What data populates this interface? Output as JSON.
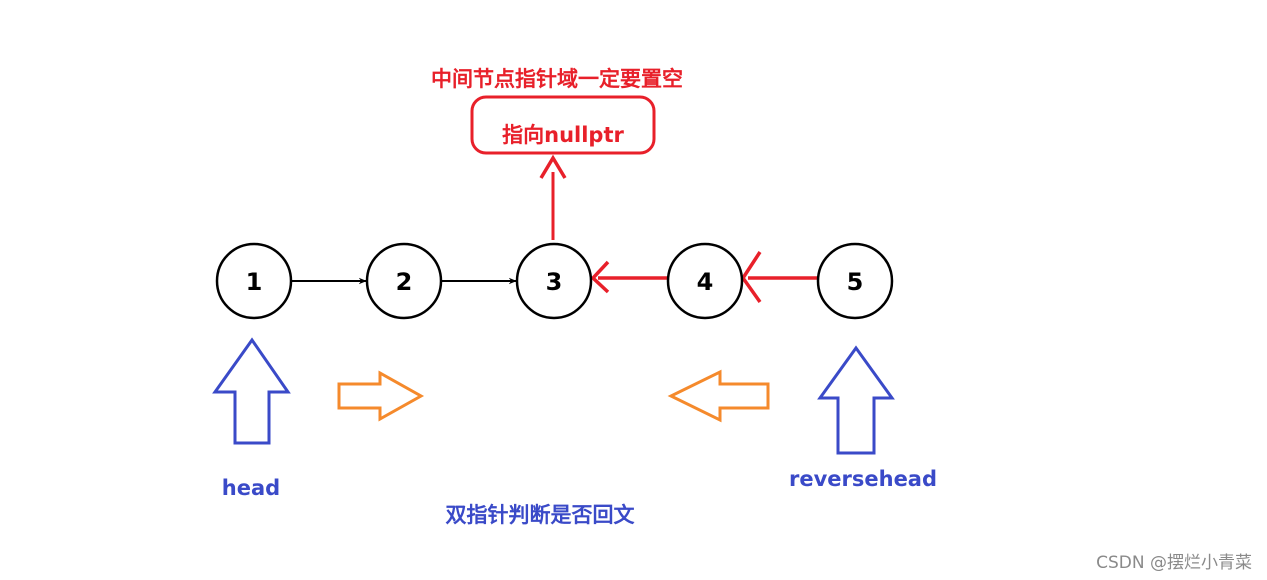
{
  "annotation": {
    "title": "中间节点指针域一定要置空",
    "box_text": "指向nullptr",
    "color": "#e8202a"
  },
  "nodes": [
    {
      "label": "1"
    },
    {
      "label": "2"
    },
    {
      "label": "3"
    },
    {
      "label": "4"
    },
    {
      "label": "5"
    }
  ],
  "pointers": {
    "head": {
      "label": "head",
      "color": "#3a4ac8"
    },
    "reverse": {
      "label": "reversehead",
      "color": "#3a4ac8"
    }
  },
  "caption": {
    "text": "双指针判断是否回文",
    "color": "#3a4ac8"
  },
  "move_arrow_color": "#f58a2c",
  "forward_link_color": "#000000",
  "reversed_link_color": "#e8202a",
  "watermark": "CSDN @摆烂小青菜"
}
